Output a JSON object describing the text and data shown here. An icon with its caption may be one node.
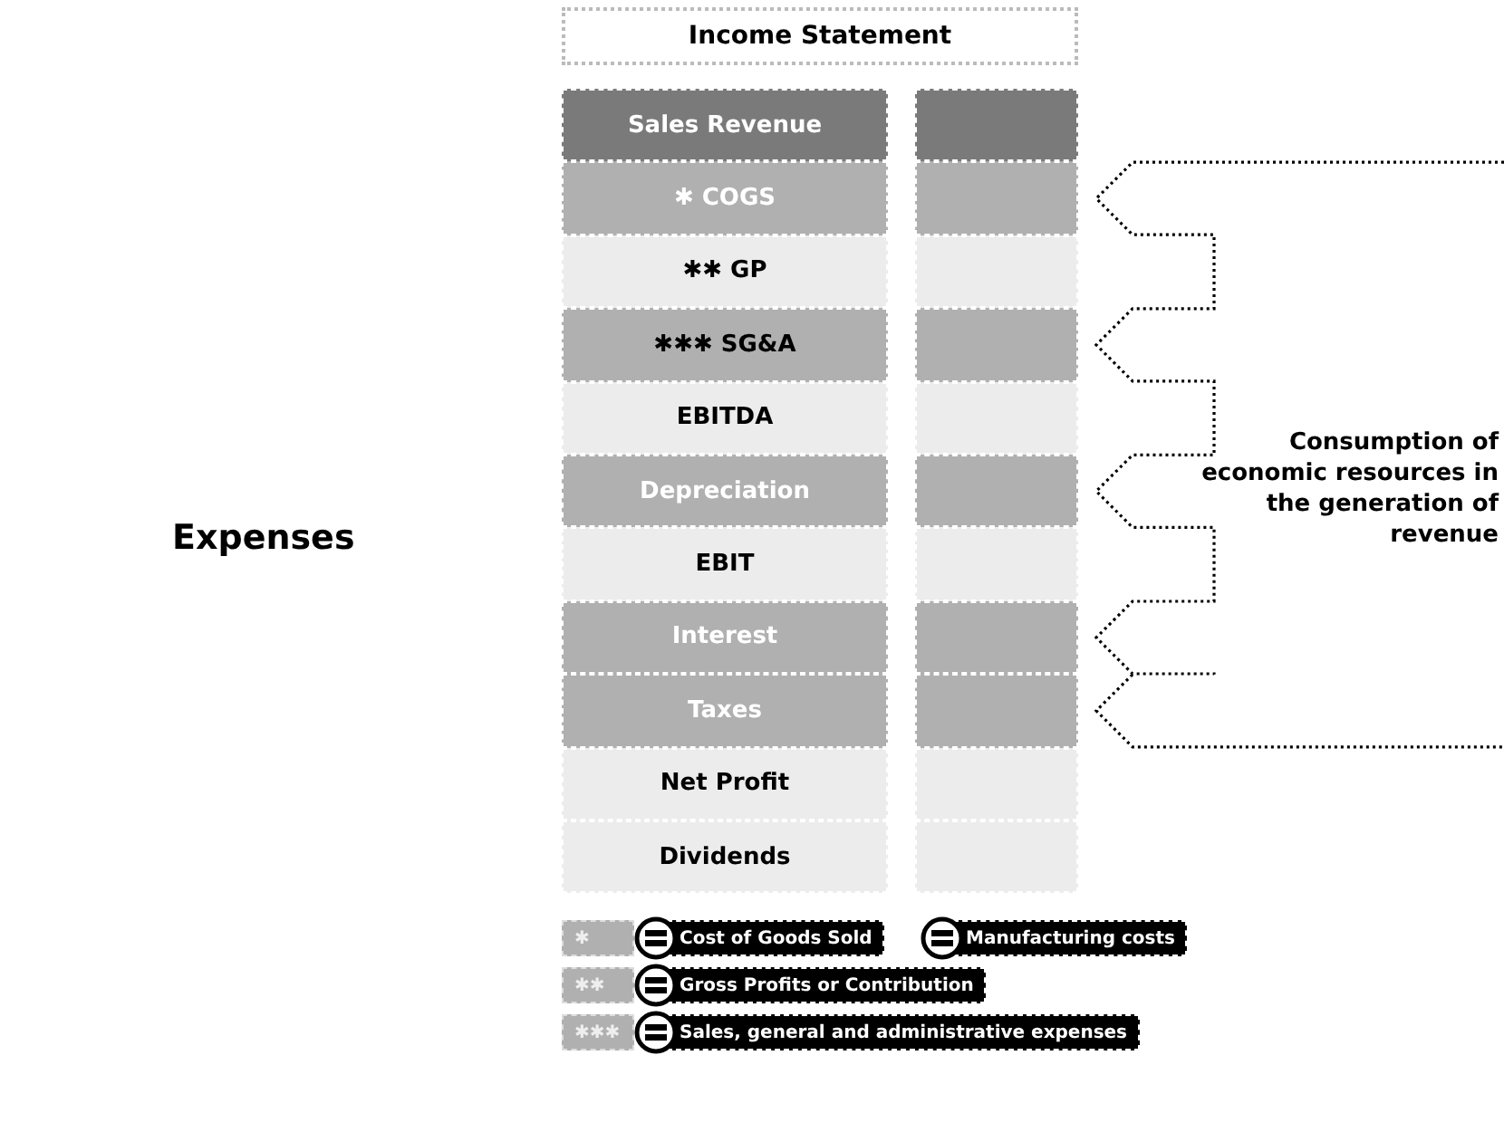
{
  "diagram": {
    "nodes": [
      {
        "text": [
          "Income Statement"
        ]
      },
      {
        "text": [
          "Sales Revenue"
        ]
      },
      {
        "text": [],
        "shape": "box"
      },
      {
        "text": [
          "✱ COGS"
        ]
      },
      {
        "text": [],
        "shape": "box"
      },
      {
        "text": [
          "✱✱ GP"
        ]
      },
      {
        "text": [],
        "shape": "box"
      },
      {
        "text": [
          "✱✱✱ SG&A"
        ]
      },
      {
        "text": [],
        "shape": "box"
      },
      {
        "text": [
          "EBITDA"
        ]
      },
      {
        "text": [],
        "shape": "box"
      },
      {
        "text": [
          "Depreciation"
        ]
      },
      {
        "text": [],
        "shape": "box"
      },
      {
        "text": [
          "EBIT"
        ]
      },
      {
        "text": [],
        "shape": "box"
      },
      {
        "text": [
          "Interest"
        ]
      },
      {
        "text": [],
        "shape": "box"
      },
      {
        "text": [
          "Taxes"
        ]
      },
      {
        "text": [],
        "shape": "box"
      },
      {
        "text": [
          "Net Profit"
        ]
      },
      {
        "text": [],
        "shape": "box"
      },
      {
        "text": [
          "Dividends"
        ]
      },
      {
        "text": [],
        "shape": "box"
      }
    ],
    "labels": [
      "Expenses",
      "Consumption of economic resources in the generation of revenue",
      "✱",
      "Cost of Goods Sold",
      "Manufacturing costs",
      "✱✱",
      "Gross Profits or Contribution",
      "✱✱✱",
      "Sales, general and administrative expenses"
    ]
  }
}
